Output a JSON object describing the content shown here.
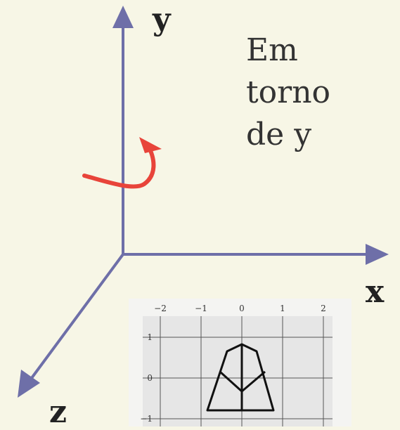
{
  "axes": {
    "x_label": "x",
    "y_label": "y",
    "z_label": "z",
    "axis_color": "#6e6fa8",
    "rotation_arrow_color": "#e8443a"
  },
  "caption": {
    "line1": "Em",
    "line2": "torno",
    "line3": "de y"
  },
  "inset": {
    "background": "#e6e6e6",
    "x_ticks": [
      "−2",
      "−1",
      "0",
      "1",
      "2"
    ],
    "y_ticks": [
      "1",
      "0",
      "−1"
    ]
  }
}
